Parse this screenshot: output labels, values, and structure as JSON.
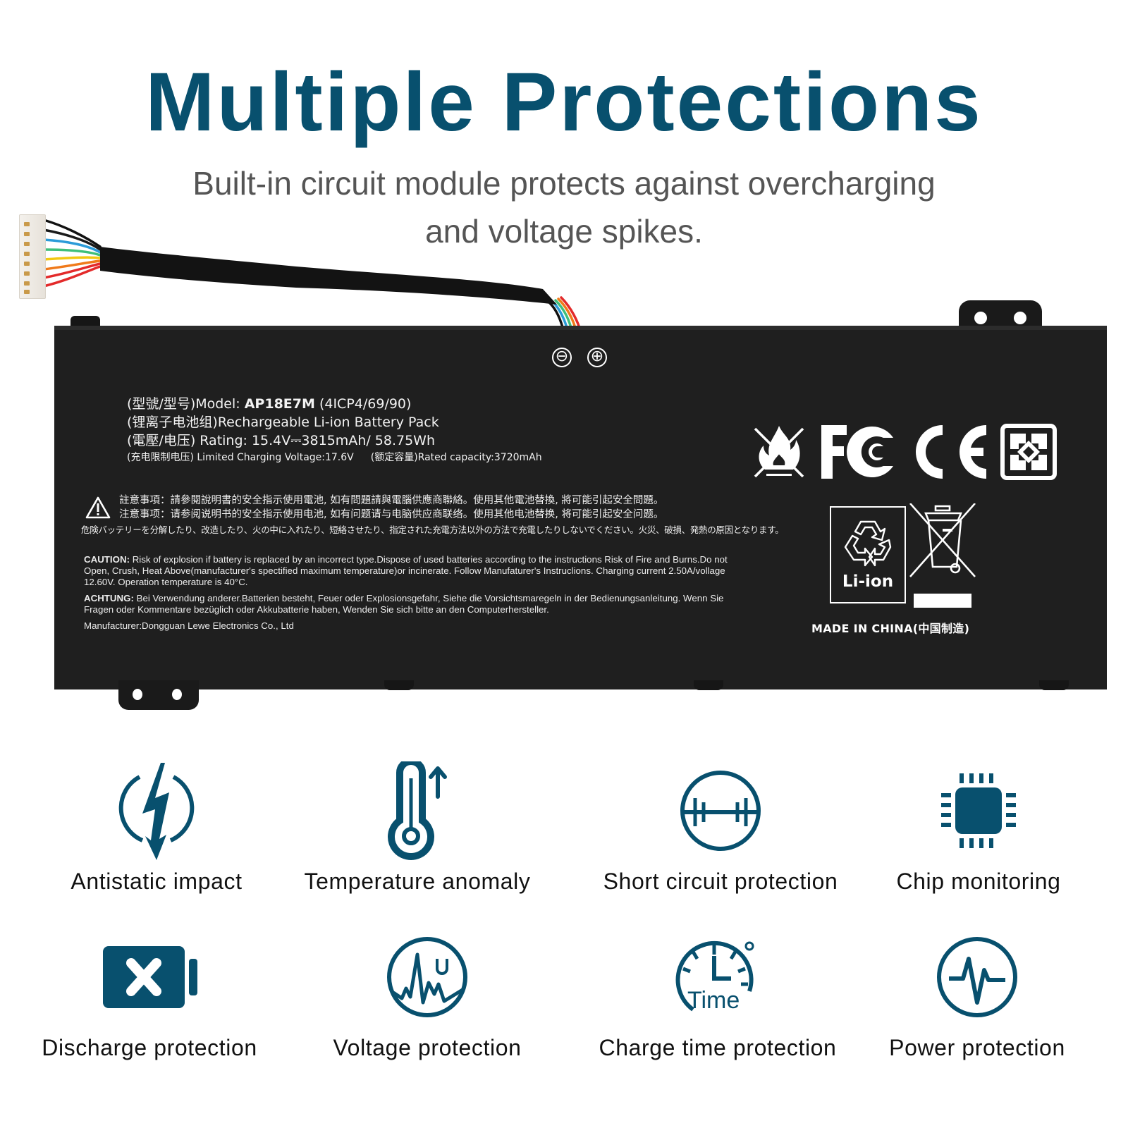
{
  "header": {
    "title": "Multiple Protections",
    "subtitle_line1": "Built-in circuit module protects against overcharging",
    "subtitle_line2": "and voltage spikes."
  },
  "colors": {
    "brand": "#08506e",
    "subtitle": "#555555",
    "battery_body": "#1f1f1f",
    "label_text": "#111111"
  },
  "battery": {
    "terminals": {
      "negative": "⊖",
      "positive": "⊕"
    },
    "spec": {
      "model_prefix": "(型號/型号)Model: ",
      "model": "AP18E7M",
      "model_suffix": " (4ICP4/69/90)",
      "pack": "(锂离子电池组)Rechargeable Li-ion Battery Pack",
      "rating": "(電壓/电压) Rating: 15.4V⎓3815mAh/ 58.75Wh",
      "limited_voltage": "(充电限制电压) Limited Charging Voltage:17.6V",
      "rated_capacity": "(额定容量)Rated capacity:3720mAh"
    },
    "notice": {
      "zh_tw": "註意事項：請參閱說明書的安全指示使用電池, 如有問題請與電腦供應商聯絡。使用其他電池替換, 將可能引起安全問題。",
      "zh_cn": "注意事项：请参阅说明书的安全指示使用电池, 如有问题请与电脑供应商联络。使用其他电池替换, 将可能引起安全问题。",
      "ja": "危険バッテリーを分解したり、改造したり、火の中に入れたり、短絡させたり、指定された充電方法以外の方法で充電したりしないでください。火災、破損、発熱の原因となります。"
    },
    "caution": {
      "label": "CAUTION:",
      "text": " Risk of explosion if battery is replaced by an incorrect type.Dispose of used batteries according to the instructions Risk of Fire and Burns.Do not Open, Crush, Heat Above(manufacturer's spectified maximum temperature)or incinerate. Follow Manufaturer's Instruclions. Charging current 2.50A/vollage 12.60V. Operation temperature is 40°C."
    },
    "achtung": {
      "label": "ACHTUNG:",
      "text": " Bei Verwendung anderer.Batterien besteht, Feuer oder Explosionsgefahr, Siehe die Vorsichtsmaregeln in der Bedienungsanleitung. Wenn Sie Fragen oder Kommentare bezüglich oder Akkubatterie haben, Wenden Sie sich bitte an den Computerhersteller."
    },
    "manufacturer": "Manufacturer:Dongguan Lewe Electronics Co., Ltd",
    "certs": {
      "fcc": "FC",
      "ce": "CE",
      "recycle_label": "Li-ion"
    },
    "made_in": "MADE IN CHINA(中国制造)"
  },
  "features": [
    {
      "icon": "antistatic-icon",
      "label": "Antistatic impact"
    },
    {
      "icon": "thermometer-up-icon",
      "label": "Temperature anomaly"
    },
    {
      "icon": "short-circuit-icon",
      "label": "Short circuit protection"
    },
    {
      "icon": "chip-icon",
      "label": "Chip monitoring"
    },
    {
      "icon": "battery-x-icon",
      "label": "Discharge protection"
    },
    {
      "icon": "voltage-wave-icon",
      "label": "Voltage protection"
    },
    {
      "icon": "timer-icon",
      "label": "Charge time protection"
    },
    {
      "icon": "pulse-icon",
      "label": "Power protection"
    }
  ]
}
